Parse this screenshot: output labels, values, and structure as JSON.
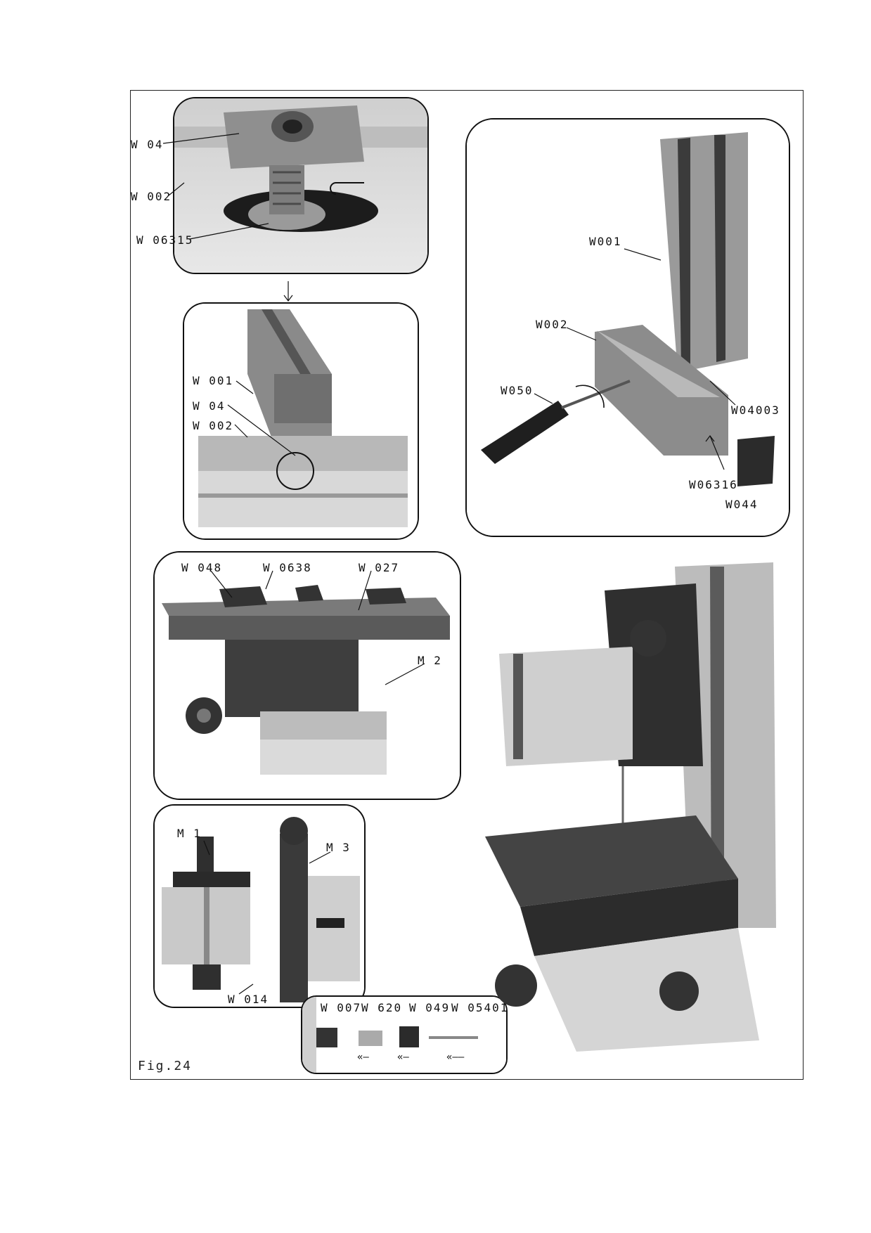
{
  "figure_caption": "Fig.24",
  "panels": {
    "clamp_detail": {
      "labels": [
        "W 04",
        "W 002",
        "W 06315"
      ]
    },
    "base_assembly": {
      "labels": [
        "W 001",
        "W 04",
        "W 002"
      ]
    },
    "column_base": {
      "labels": [
        "W001",
        "W002",
        "W050",
        "W04003",
        "W06316",
        "W044"
      ]
    },
    "table_assembly": {
      "labels": [
        "W 048",
        "W 0638",
        "W 027",
        "M 2"
      ]
    },
    "head_assembly": {
      "labels": [
        "M 1",
        "M 3",
        "W 014"
      ]
    },
    "chuck_parts": {
      "labels": [
        "W 007",
        "W 620",
        "W 049",
        "W 05401"
      ]
    }
  },
  "colors": {
    "metal_light": "#d6d6d6",
    "metal_mid": "#a9a9a9",
    "metal_dark": "#6a6a6a",
    "plastic_dark": "#3a3a3a"
  }
}
